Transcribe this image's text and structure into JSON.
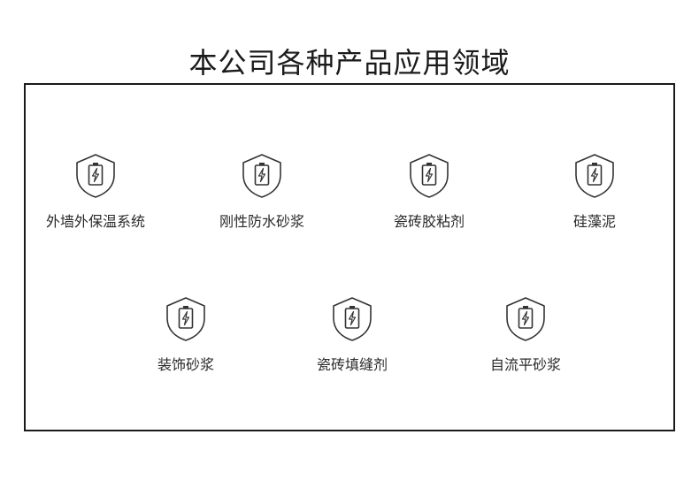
{
  "title": "本公司各种产品应用领域",
  "icon_name": "shield-battery-icon",
  "items": [
    {
      "label": "外墙外保温系统"
    },
    {
      "label": "刚性防水砂浆"
    },
    {
      "label": "瓷砖胶粘剂"
    },
    {
      "label": "硅藻泥"
    },
    {
      "label": "装饰砂浆"
    },
    {
      "label": "瓷砖填缝剂"
    },
    {
      "label": "自流平砂浆"
    }
  ]
}
